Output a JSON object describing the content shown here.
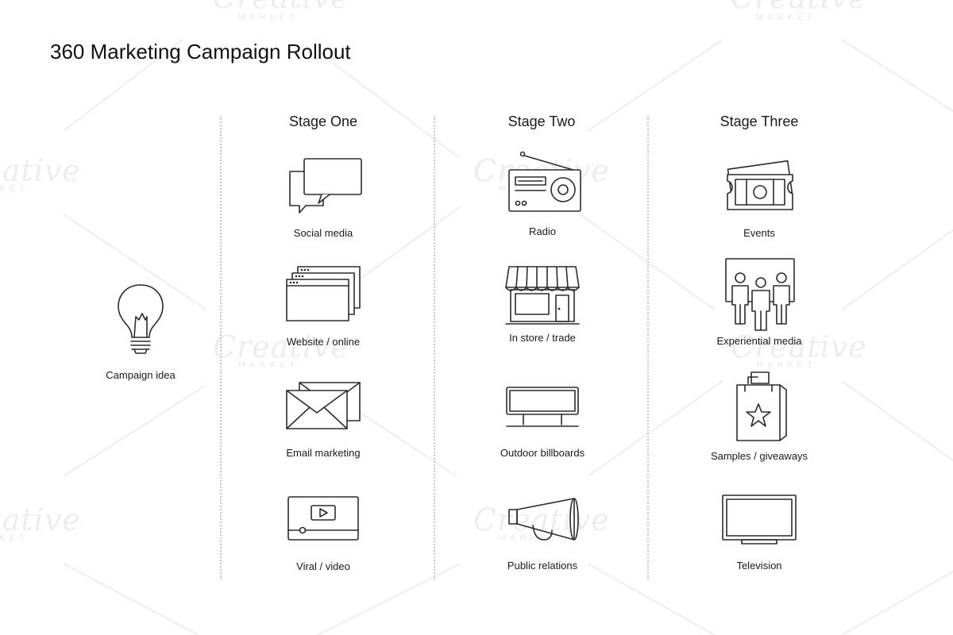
{
  "title": "360 Marketing Campaign Rollout",
  "watermark": {
    "brand": "Creative",
    "sub": "MARKET"
  },
  "campaign": {
    "label": "Campaign idea",
    "icon": "lightbulb-icon"
  },
  "stages": [
    {
      "title": "Stage One",
      "items": [
        {
          "label": "Social media",
          "icon": "speech-bubbles-icon"
        },
        {
          "label": "Website / online",
          "icon": "browser-windows-icon"
        },
        {
          "label": "Email marketing",
          "icon": "envelopes-icon"
        },
        {
          "label": "Viral / video",
          "icon": "video-player-icon"
        }
      ]
    },
    {
      "title": "Stage Two",
      "items": [
        {
          "label": "Radio",
          "icon": "radio-icon"
        },
        {
          "label": "In store / trade",
          "icon": "storefront-icon"
        },
        {
          "label": "Outdoor billboards",
          "icon": "billboard-icon"
        },
        {
          "label": "Public relations",
          "icon": "megaphone-icon"
        }
      ]
    },
    {
      "title": "Stage Three",
      "items": [
        {
          "label": "Events",
          "icon": "tickets-icon"
        },
        {
          "label": "Experiential media",
          "icon": "people-screen-icon"
        },
        {
          "label": "Samples / giveaways",
          "icon": "shopping-bag-star-icon"
        },
        {
          "label": "Television",
          "icon": "television-icon"
        }
      ]
    }
  ]
}
